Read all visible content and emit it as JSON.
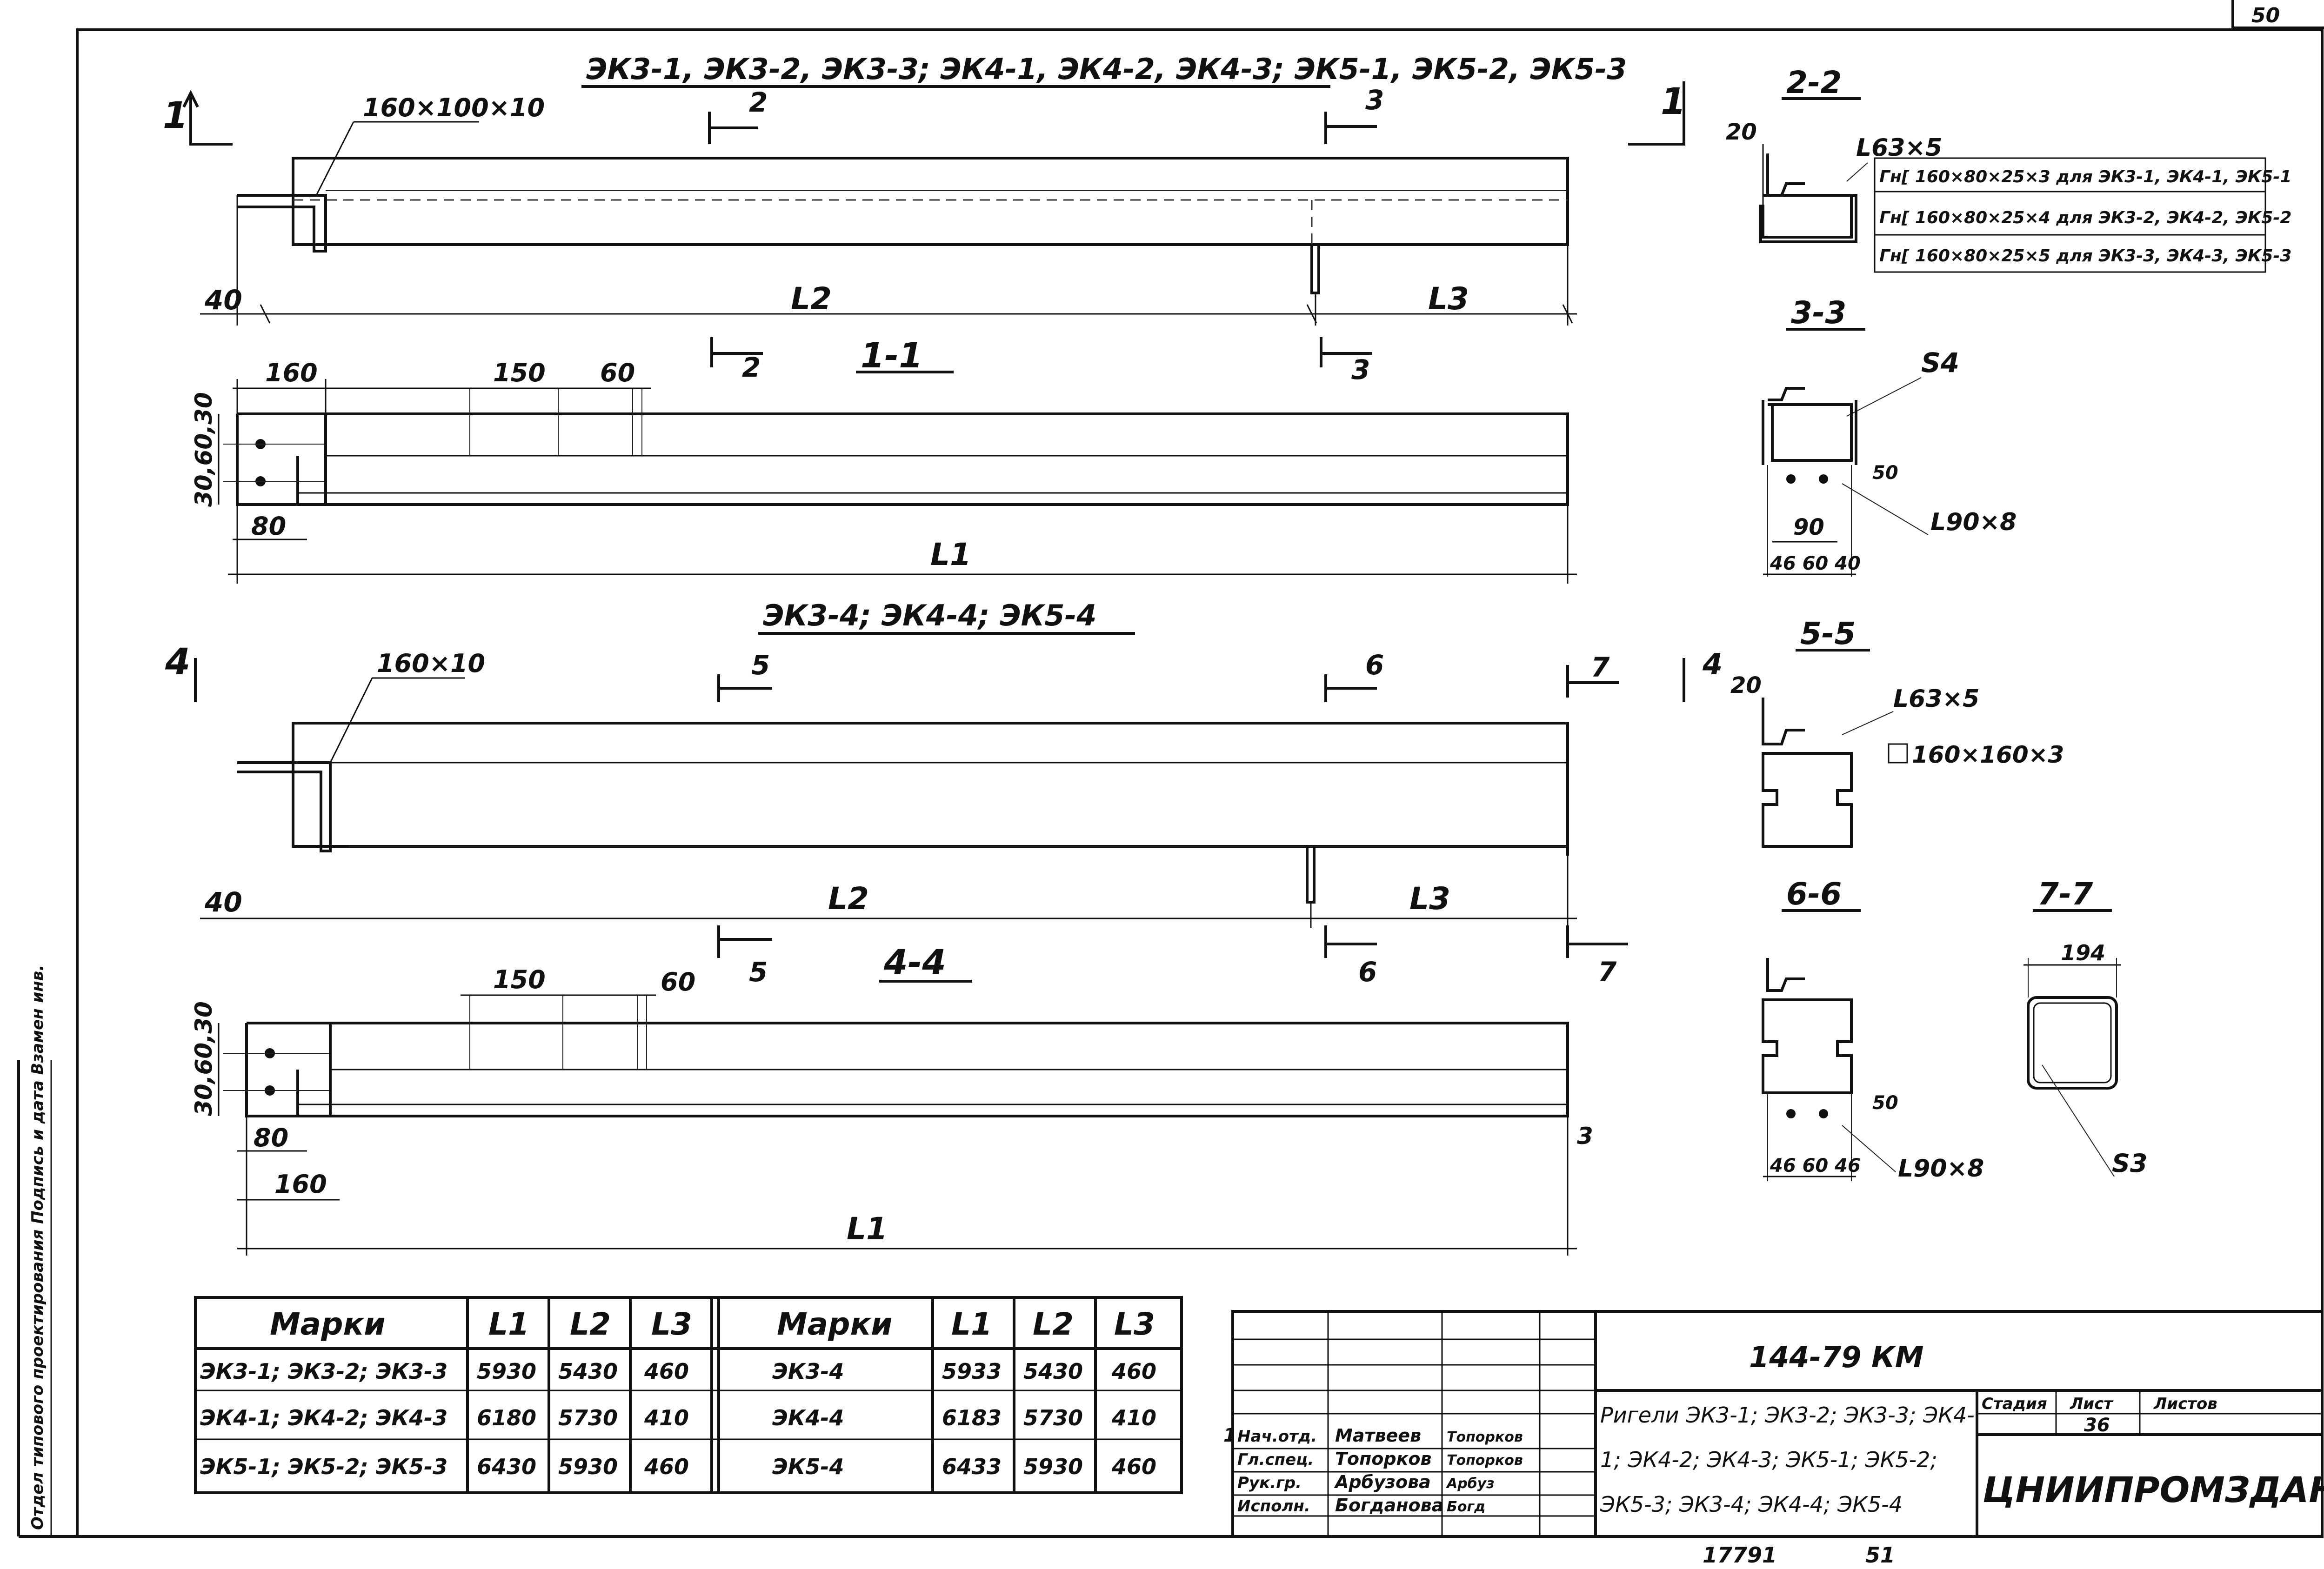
{
  "sheet": {
    "page_number": "50",
    "bottom_numbers": [
      "17791",
      "51"
    ],
    "side_stamp": "Отдел типового проектирования Подпись и дата Взамен инв."
  },
  "titles": {
    "group1": "ЭК3-1, ЭК3-2, ЭК3-3; ЭК4-1, ЭК4-2, ЭК4-3; ЭК5-1, ЭК5-2, ЭК5-3",
    "group2": "ЭК3-4; ЭК4-4; ЭК5-4"
  },
  "section_marks": {
    "1": "1",
    "2": "2",
    "3": "3",
    "4": "4",
    "5": "5",
    "6": "6",
    "7": "7",
    "s11": "1-1",
    "s22": "2-2",
    "s33": "3-3",
    "s44": "4-4",
    "s55": "5-5",
    "s66": "6-6",
    "s77": "7-7"
  },
  "elevation_top": {
    "plate": "160×100×10",
    "dim_40": "40",
    "L2": "L2",
    "L3": "L3"
  },
  "plan_top": {
    "d160": "160",
    "d150": "150",
    "d60": "60",
    "d80": "80",
    "vert": "30,60,30",
    "L1": "L1"
  },
  "elevation_bottom": {
    "plate": "160×10",
    "dim_40": "40",
    "L2": "L2",
    "L3": "L3"
  },
  "plan_bottom": {
    "d150": "150",
    "d60": "60",
    "d80": "80",
    "d160": "160",
    "vert": "30,60,30",
    "L1": "L1",
    "end_mark": "3"
  },
  "section_2_2": {
    "angle": "L63×5",
    "dim20": "20",
    "note1": "Гн[ 160×80×25×3 для ЭК3-1, ЭК4-1, ЭК5-1",
    "note2": "Гн[ 160×80×25×4 для ЭК3-2, ЭК4-2, ЭК5-2",
    "note3": "Гн[ 160×80×25×5 для ЭК3-3, ЭК4-3, ЭК5-3"
  },
  "section_3_3": {
    "plate": "S4",
    "dim50": "50",
    "dim90": "90",
    "dims_bottom": "46 60 40",
    "angle": "L90×8"
  },
  "section_5_5": {
    "dim20": "20",
    "angle": "L63×5",
    "tube": "160×160×3"
  },
  "section_6_6": {
    "dim50": "50",
    "dims_bottom": "46 60 46",
    "angle": "L90×8"
  },
  "section_7_7": {
    "dim": "194",
    "plate": "S3"
  },
  "table": {
    "headers": [
      "Марки",
      "L1",
      "L2",
      "L3"
    ],
    "left_rows": [
      [
        "ЭК3-1; ЭК3-2; ЭК3-3",
        "5930",
        "5430",
        "460"
      ],
      [
        "ЭК4-1; ЭК4-2; ЭК4-3",
        "6180",
        "5730",
        "410"
      ],
      [
        "ЭК5-1; ЭК5-2; ЭК5-3",
        "6430",
        "5930",
        "460"
      ]
    ],
    "right_rows": [
      [
        "ЭК3-4",
        "5933",
        "5430",
        "460"
      ],
      [
        "ЭК4-4",
        "6183",
        "5730",
        "410"
      ],
      [
        "ЭК5-4",
        "6433",
        "5930",
        "460"
      ]
    ]
  },
  "title_block": {
    "code": "144-79 КМ",
    "title": "Ригели ЭК3-1; ЭК3-2; ЭК3-3; ЭК4-1; ЭК4-2; ЭК4-3; ЭК5-1; ЭК5-2; ЭК5-3; ЭК3-4; ЭК4-4; ЭК5-4",
    "stage_label": "Стадия",
    "sheet_label": "Лист",
    "sheets_label": "Листов",
    "sheet_no": "36",
    "org": "ЦНИИПРОМЗДАНИЙ",
    "people": [
      [
        "Нач.отд.",
        "Матвеев",
        "Топорков"
      ],
      [
        "Гл.спец.",
        "Топорков",
        "Топорков"
      ],
      [
        "Рук.гр.",
        "Арбузова",
        "Арбуз"
      ],
      [
        "Исполн.",
        "Богданова",
        "Богд"
      ]
    ],
    "rev": "1"
  }
}
